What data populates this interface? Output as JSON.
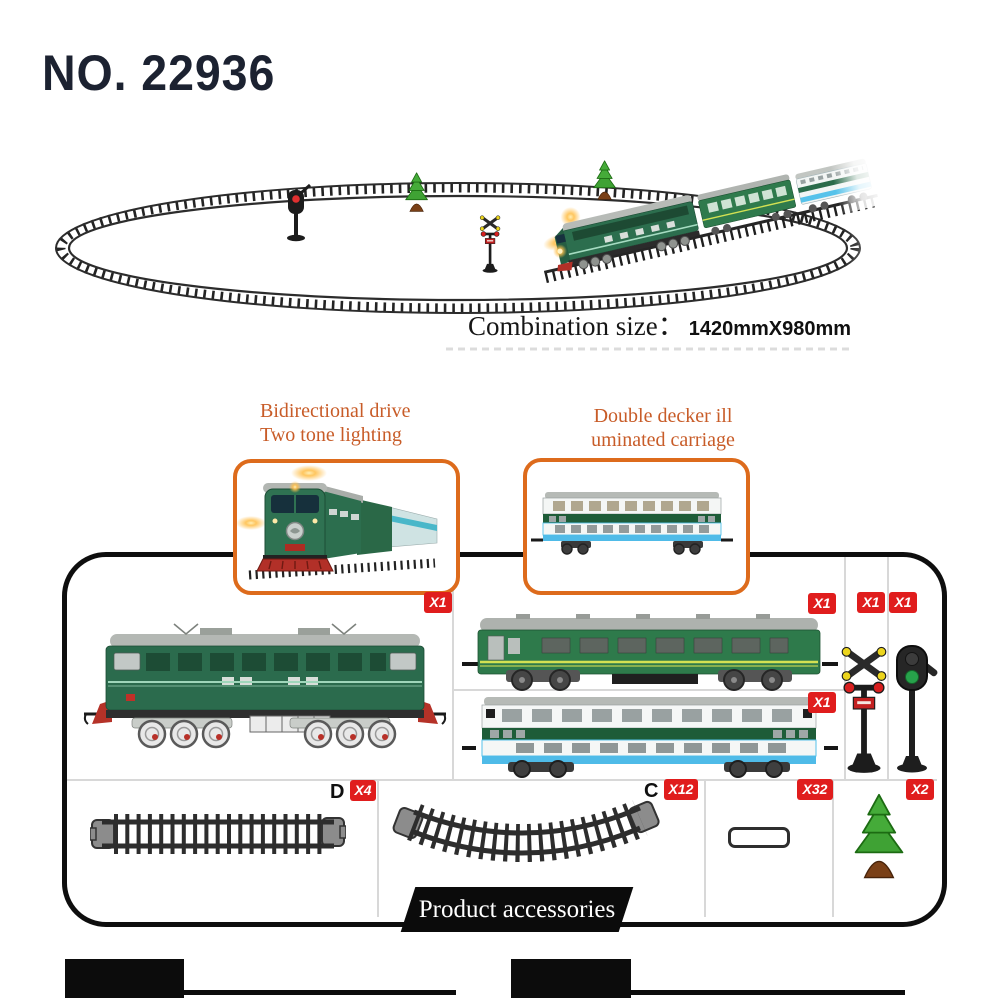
{
  "header": {
    "product_no": "NO. 22936"
  },
  "scene": {
    "size_label": "Combination size：",
    "size_value": "1420mmX980mm"
  },
  "features": {
    "left": {
      "line1": "Bidirectional drive",
      "line2": "Two tone lighting"
    },
    "right": {
      "line1": "Double decker ill",
      "line2": "uminated carriage"
    }
  },
  "accessories": {
    "banner": "Product accessories",
    "items": {
      "locomotive": {
        "qty": "X1"
      },
      "green_carriage": {
        "qty": "X1"
      },
      "double_decker_carriage": {
        "qty": "X1"
      },
      "crossing_signal": {
        "qty": "X1"
      },
      "traffic_signal": {
        "qty": "X1"
      },
      "straight_track": {
        "letter": "D",
        "qty": "X4"
      },
      "curved_track": {
        "letter": "C",
        "qty": "X12"
      },
      "rail_connector": {
        "qty": "X32"
      },
      "tree": {
        "qty": "X2"
      }
    }
  },
  "colors": {
    "badge_red": "#e01d1d",
    "accent_orange": "#dd6b1c",
    "feature_text_orange": "#c85c28",
    "train_green": "#2c6e4e",
    "carriage_green": "#2f7a4b",
    "decker_blue": "#4fbbe8",
    "track_black": "#242424",
    "title_ink": "#1c2231"
  }
}
